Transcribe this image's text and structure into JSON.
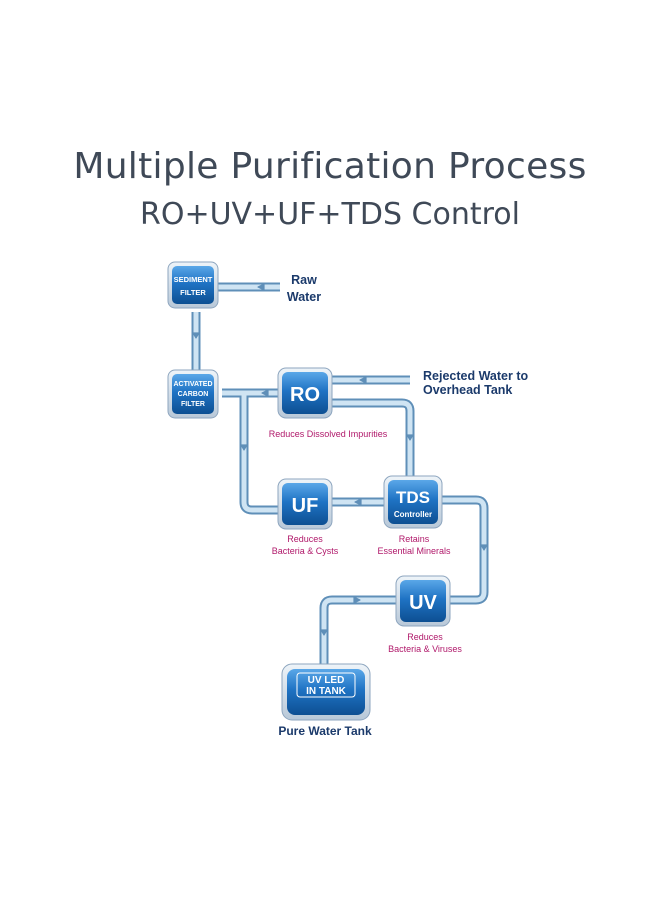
{
  "title": "Multiple Purification Process",
  "subtitle": "RO+UV+UF+TDS Control",
  "colors": {
    "pipe": "#a9cde6",
    "pipe_edge": "#5f8fb8",
    "unit": "#1f73c4",
    "unit_dark": "#0d4f92",
    "navy_text": "#1b3a6b",
    "magenta_text": "#b0186a"
  },
  "inlet_label": [
    "Raw",
    "Water"
  ],
  "reject_label": [
    "Rejected Water to",
    "Overhead Tank"
  ],
  "units": {
    "sediment": [
      "SEDIMENT",
      "FILTER"
    ],
    "carbon": [
      "ACTIVATED",
      "CARBON",
      "FILTER"
    ],
    "ro": "RO",
    "uf": "UF",
    "tds": "TDS",
    "tds_sub": "Controller",
    "uv": "UV",
    "tank": [
      "UV LED",
      "IN TANK"
    ]
  },
  "captions": {
    "ro": "Reduces Dissolved Impurities",
    "uf": [
      "Reduces",
      "Bacteria & Cysts"
    ],
    "tds": [
      "Retains",
      "Essential Minerals"
    ],
    "uv": [
      "Reduces",
      "Bacteria & Viruses"
    ]
  },
  "tank_label": "Pure Water Tank"
}
